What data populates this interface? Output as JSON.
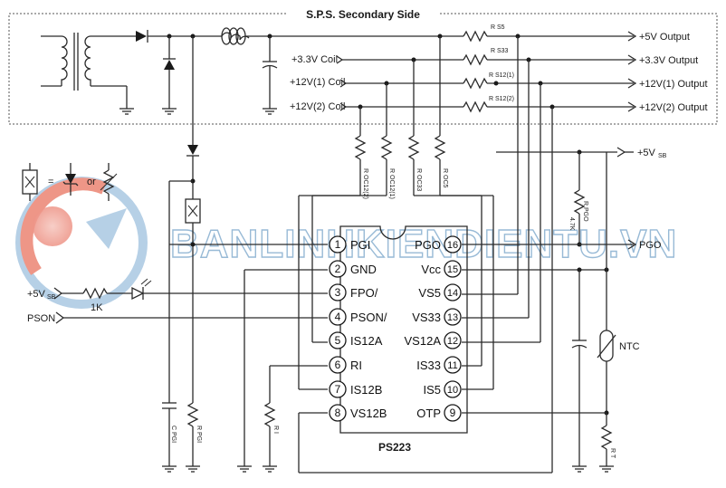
{
  "title": "S.P.S. Secondary Side",
  "chip_name": "PS223",
  "watermark": "BANLINHKIENDIENTU.VN",
  "legend": {
    "eq": "=",
    "or": "or"
  },
  "inputs": {
    "coil33": "+3.3V Coil",
    "coil12_1": "+12V(1) Coil",
    "coil12_2": "+12V(2) Coil",
    "v5sb_left": "+5V",
    "v5sb_left_sub": "SB",
    "pson": "PSON",
    "r1k": "1K"
  },
  "outputs": {
    "o5": "+5V Output",
    "o33": "+3.3V Output",
    "o12_1": "+12V(1) Output",
    "o12_2": "+12V(2) Output",
    "v5sb_right": "+5V",
    "v5sb_right_sub": "SB",
    "pgo": "PGO",
    "ntc": "NTC"
  },
  "resistors": {
    "rs5": "R S5",
    "rs33": "R S33",
    "rs12_1": "R S12(1)",
    "rs12_2": "R S12(2)",
    "roc12_2": "R OC12(2)",
    "roc12_1": "R OC12(1)",
    "roc33": "R OC33",
    "roc5": "R OC5",
    "rpgo": "R PGO",
    "rpgo_val": "4.7K",
    "cpgi": "C PGI",
    "rpgi": "R PGI",
    "ri": "R I",
    "rt": "R T"
  },
  "pins_left": [
    {
      "num": "1",
      "name": "PGI"
    },
    {
      "num": "2",
      "name": "GND"
    },
    {
      "num": "3",
      "name": "FPO/"
    },
    {
      "num": "4",
      "name": "PSON/"
    },
    {
      "num": "5",
      "name": "IS12A"
    },
    {
      "num": "6",
      "name": "RI"
    },
    {
      "num": "7",
      "name": "IS12B"
    },
    {
      "num": "8",
      "name": "VS12B"
    }
  ],
  "pins_right": [
    {
      "num": "16",
      "name": "PGO"
    },
    {
      "num": "15",
      "name": "Vcc"
    },
    {
      "num": "14",
      "name": "VS5"
    },
    {
      "num": "13",
      "name": "VS33"
    },
    {
      "num": "12",
      "name": "VS12A"
    },
    {
      "num": "11",
      "name": "IS33"
    },
    {
      "num": "10",
      "name": "IS5"
    },
    {
      "num": "9",
      "name": "OTP"
    }
  ]
}
